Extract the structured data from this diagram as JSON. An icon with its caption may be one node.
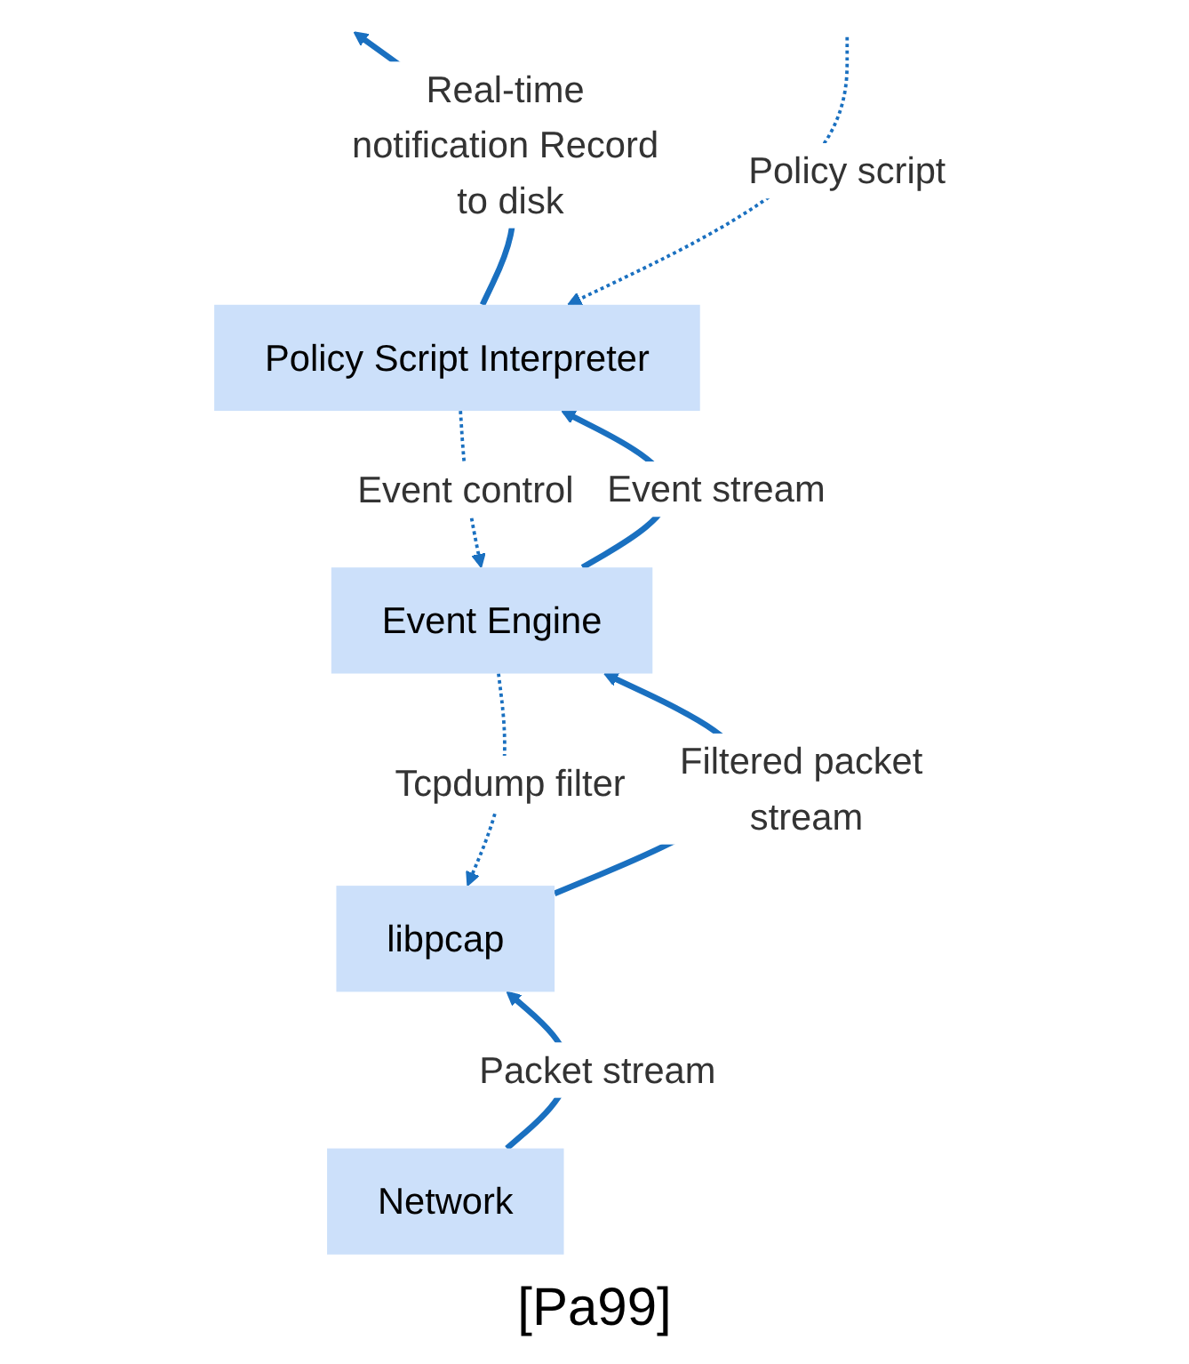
{
  "diagram": {
    "caption": "[Pa99]",
    "nodes": [
      {
        "text": [
          "Policy Script Interpreter"
        ]
      },
      {
        "text": [
          "Event Engine"
        ]
      },
      {
        "text": [
          "libpcap"
        ]
      },
      {
        "text": [
          "Network"
        ]
      }
    ],
    "edges": [
      {
        "from": null,
        "to": 0,
        "arrow": "to",
        "label": "Policy script",
        "style": "dashed"
      },
      {
        "from": 0,
        "to": null,
        "arrow": "to",
        "label": "Real-time notification Record to disk"
      },
      {
        "from": 0,
        "to": 1,
        "arrow": "to",
        "label": "Event control",
        "style": "dashed"
      },
      {
        "from": 1,
        "to": 0,
        "arrow": "to",
        "label": "Event stream"
      },
      {
        "from": 1,
        "to": 2,
        "arrow": "to",
        "label": "Tcpdump filter",
        "style": "dashed"
      },
      {
        "from": 2,
        "to": 1,
        "arrow": "to",
        "label": "Filtered packet stream"
      },
      {
        "from": 3,
        "to": 2,
        "arrow": "to",
        "label": "Packet stream"
      }
    ]
  }
}
